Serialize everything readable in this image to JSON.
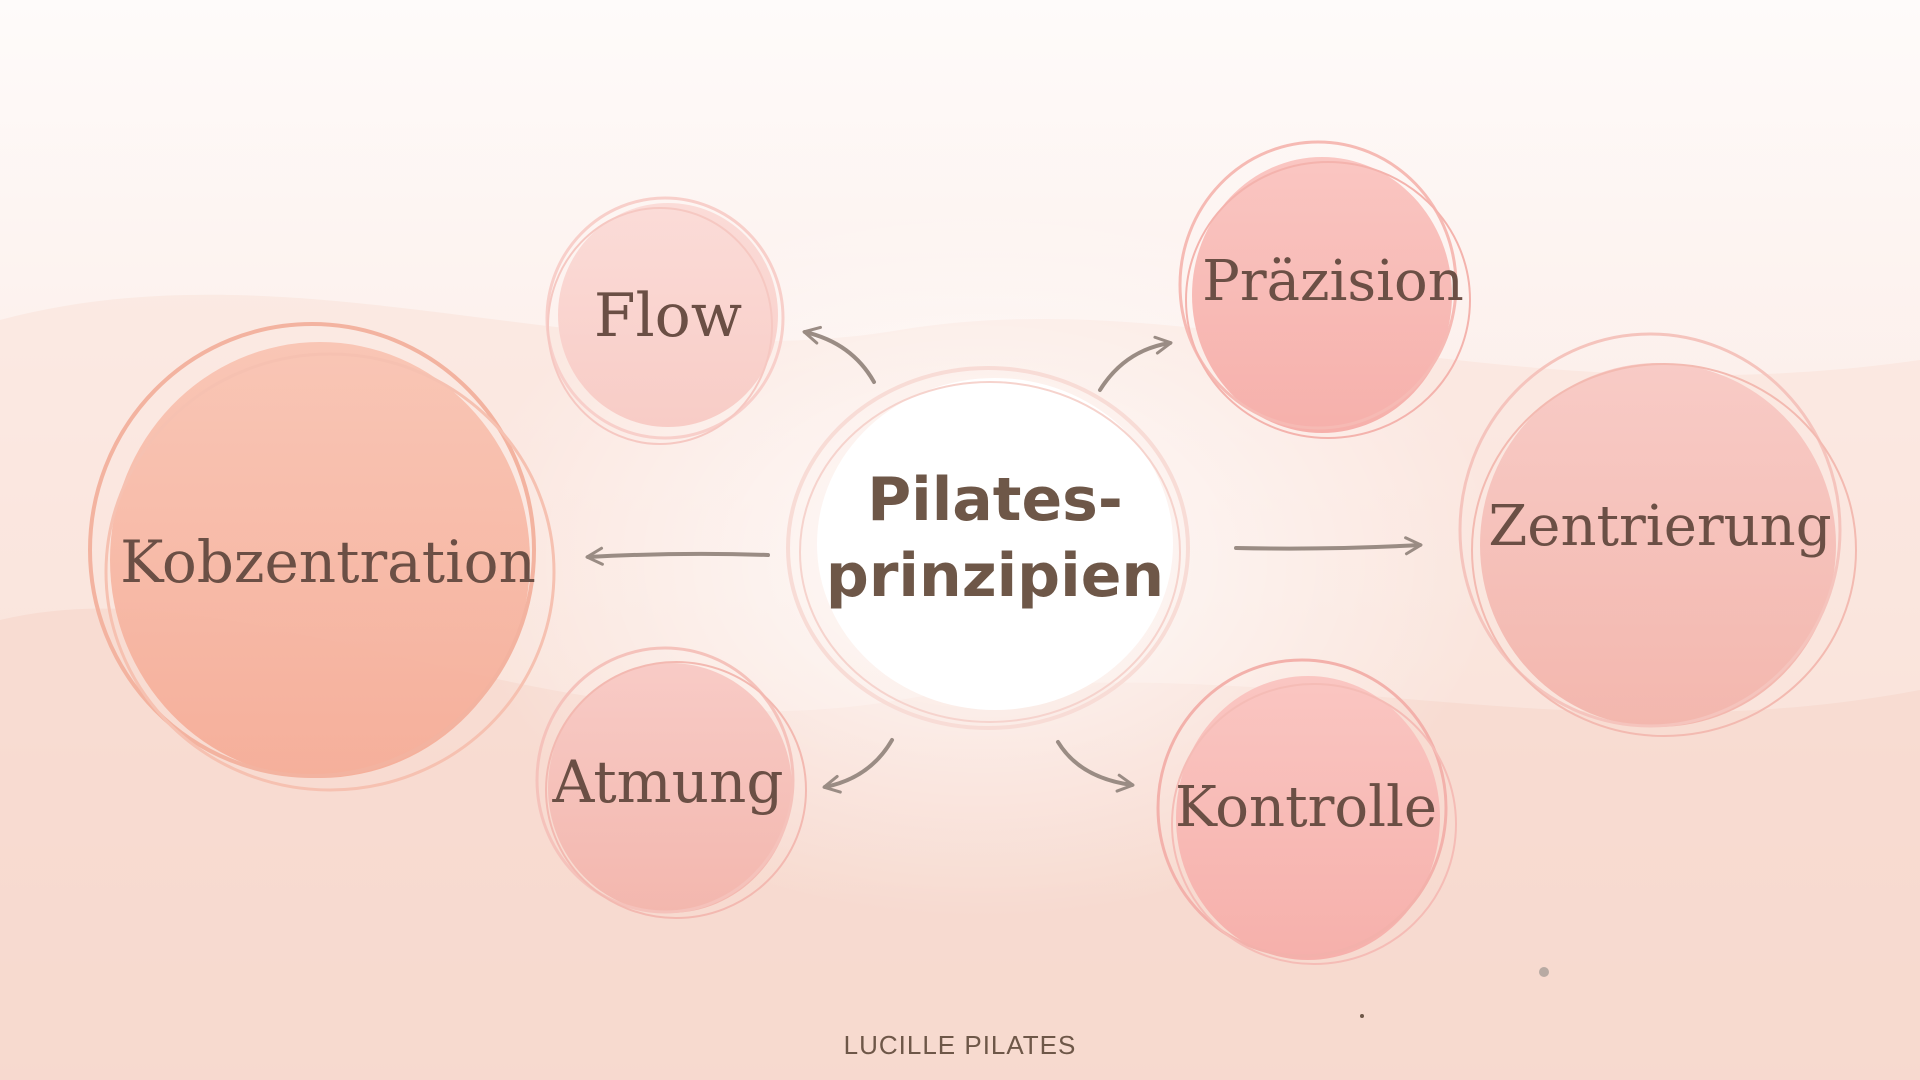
{
  "diagram": {
    "center": {
      "line1": "Pilates-",
      "line2": "prinzipien"
    },
    "nodes": [
      {
        "id": "flow",
        "label": "Flow"
      },
      {
        "id": "praezision",
        "label": "Präzision"
      },
      {
        "id": "konzentration",
        "label": "Kobzentration"
      },
      {
        "id": "zentrierung",
        "label": "Zentrierung"
      },
      {
        "id": "atmung",
        "label": "Atmung"
      },
      {
        "id": "kontrolle",
        "label": "Kontrolle"
      }
    ]
  },
  "footer": {
    "brand": "LUCILLE PILATES"
  },
  "colors": {
    "text": "#6b4f45",
    "arrow": "#9a8c84",
    "peach": "#f6b29e",
    "pink": "#f7b9b5",
    "light_pink": "#fbd6d2",
    "center_fill": "#ffffff"
  }
}
